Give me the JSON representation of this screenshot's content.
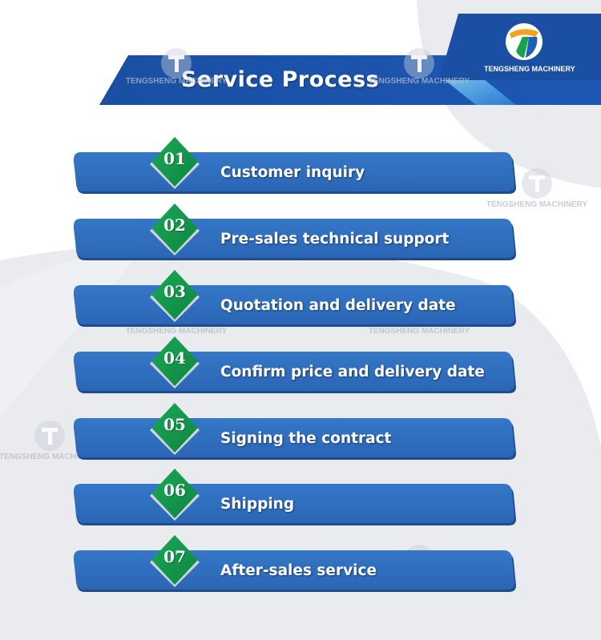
{
  "header": {
    "title": "Service Process",
    "logo_text": "TENGSHENG MACHINERY"
  },
  "watermark_text": "TENGSHENG MACHINERY",
  "steps": [
    {
      "number": "01",
      "label": "Customer inquiry"
    },
    {
      "number": "02",
      "label": "Pre-sales technical support"
    },
    {
      "number": "03",
      "label": "Quotation and delivery date"
    },
    {
      "number": "04",
      "label": "Confirm price and delivery date"
    },
    {
      "number": "05",
      "label": "Signing the contract"
    },
    {
      "number": "06",
      "label": "Shipping"
    },
    {
      "number": "07",
      "label": "After-sales service"
    }
  ],
  "colors": {
    "banner_blue": "#1a4fa3",
    "bar_blue": "#2f6ec1",
    "diamond_green": "#11964a",
    "background_gray": "#e9ebef"
  }
}
